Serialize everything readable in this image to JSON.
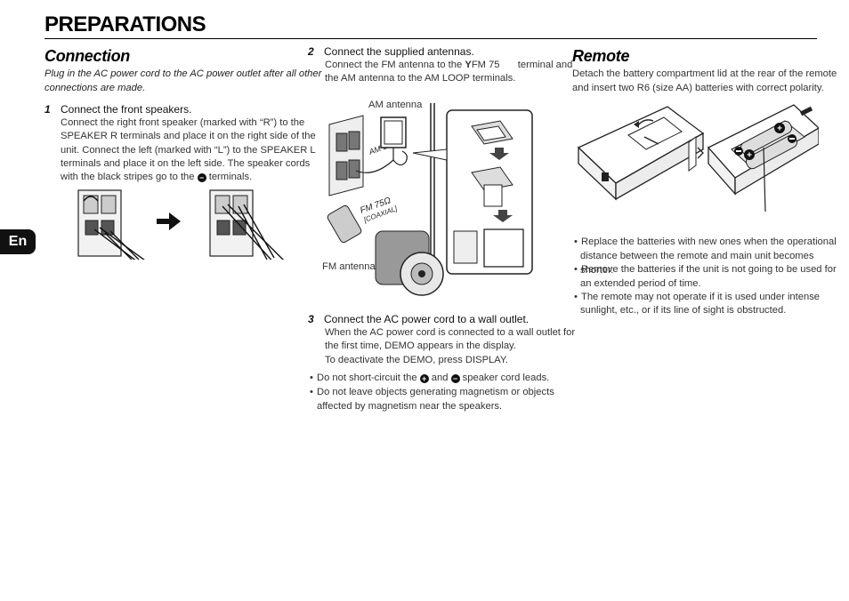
{
  "page": {
    "title": "PREPARATIONS",
    "language_tab": "En"
  },
  "connection": {
    "heading": "Connection",
    "intro_l1": "Plug in the AC power cord to the AC power outlet after all other",
    "intro_l2": "connections are made.",
    "step1": {
      "num": "1",
      "title": "Connect the front speakers.",
      "l1": "Connect the right front speaker (marked with “R”) to the",
      "l2": "SPEAKER R terminals and place it on the right side of the",
      "l3": "unit. Connect the left (marked with “L”) to the SPEAKER L",
      "l4": "terminals and place it on the left side. The speaker cords",
      "l5a": "with the black stripes go to the",
      "l5b": "terminals."
    }
  },
  "antennas": {
    "step2": {
      "num": "2",
      "title": "Connect the supplied antennas.",
      "l1a": "Connect the FM antenna to the",
      "l1b": "FM 75",
      "l1c": "terminal and",
      "l2": "the AM antenna to the AM LOOP terminals."
    },
    "label_am": "AM antenna",
    "label_fm": "FM antenna",
    "terminal_am": "AM LOOP",
    "terminal_fm": "FM 75Ω",
    "terminal_fm_sub": "[COAXIAL]",
    "step3": {
      "num": "3",
      "title": "Connect the AC power cord to a wall outlet.",
      "l1": "When the AC power cord is connected to a wall outlet for",
      "l2": "the first time, DEMO appears in the display.",
      "l3": "To deactivate the DEMO, press DISPLAY."
    },
    "bullet1a": "Do not short-circuit the",
    "bullet1b": "and",
    "bullet1c": "speaker cord leads.",
    "bullet2_l1": "Do  not  leave  objects  generating  magnetism  or  objects",
    "bullet2_l2": "affected by magnetism near the speakers."
  },
  "remote": {
    "heading": "Remote",
    "l1": "Detach the battery compartment lid at the rear of the remote",
    "l2": "and insert two R6 (size AA) batteries with correct polarity.",
    "b1_l1": "Replace the batteries with new ones when the operational",
    "b1_l2": "distance between the remote and main unit becomes shorter.",
    "b2_l1": "Remove the batteries if the unit is not going to be used for",
    "b2_l2": "an extended period of time.",
    "b3_l1": "The  remote  may  not  operate  if  it  is  used  under  intense",
    "b3_l2": "sunlight, etc., or if its line of sight is obstructed."
  },
  "symbols": {
    "plus": "+",
    "minus": "−",
    "antenna_glyph": "Y"
  }
}
